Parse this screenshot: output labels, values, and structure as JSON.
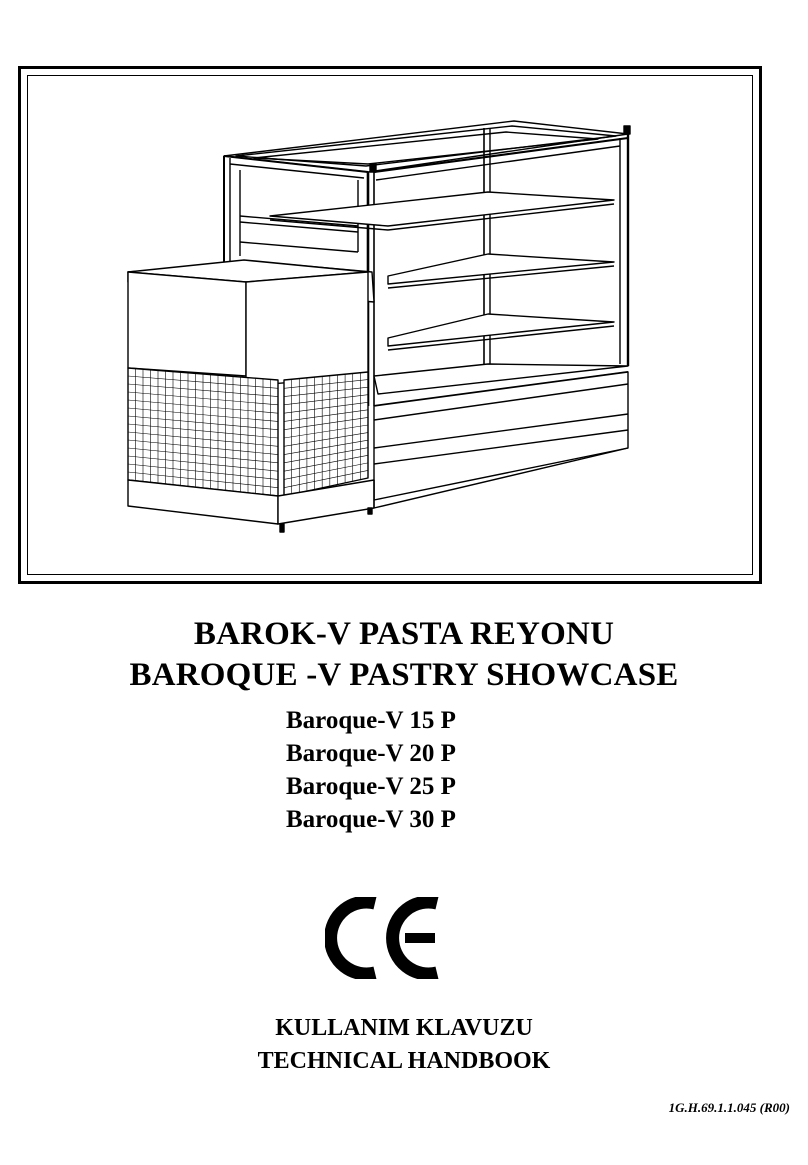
{
  "document": {
    "title_tr": "BAROK-V PASTA REYONU",
    "title_en": "BAROQUE -V PASTRY SHOWCASE",
    "models": [
      "Baroque-V 15 P",
      "Baroque-V 20 P",
      "Baroque-V 25 P",
      "Baroque-V 30 P"
    ],
    "mark": "CE",
    "subtitle_tr": "KULLANIM KLAVUZU",
    "subtitle_en": "TECHNICAL HANDBOOK",
    "doc_ref": "1G.H.69.1.1.045 (R00)"
  },
  "illustration": {
    "icon": "pastry-showcase-illustration",
    "stroke_color": "#000000"
  }
}
